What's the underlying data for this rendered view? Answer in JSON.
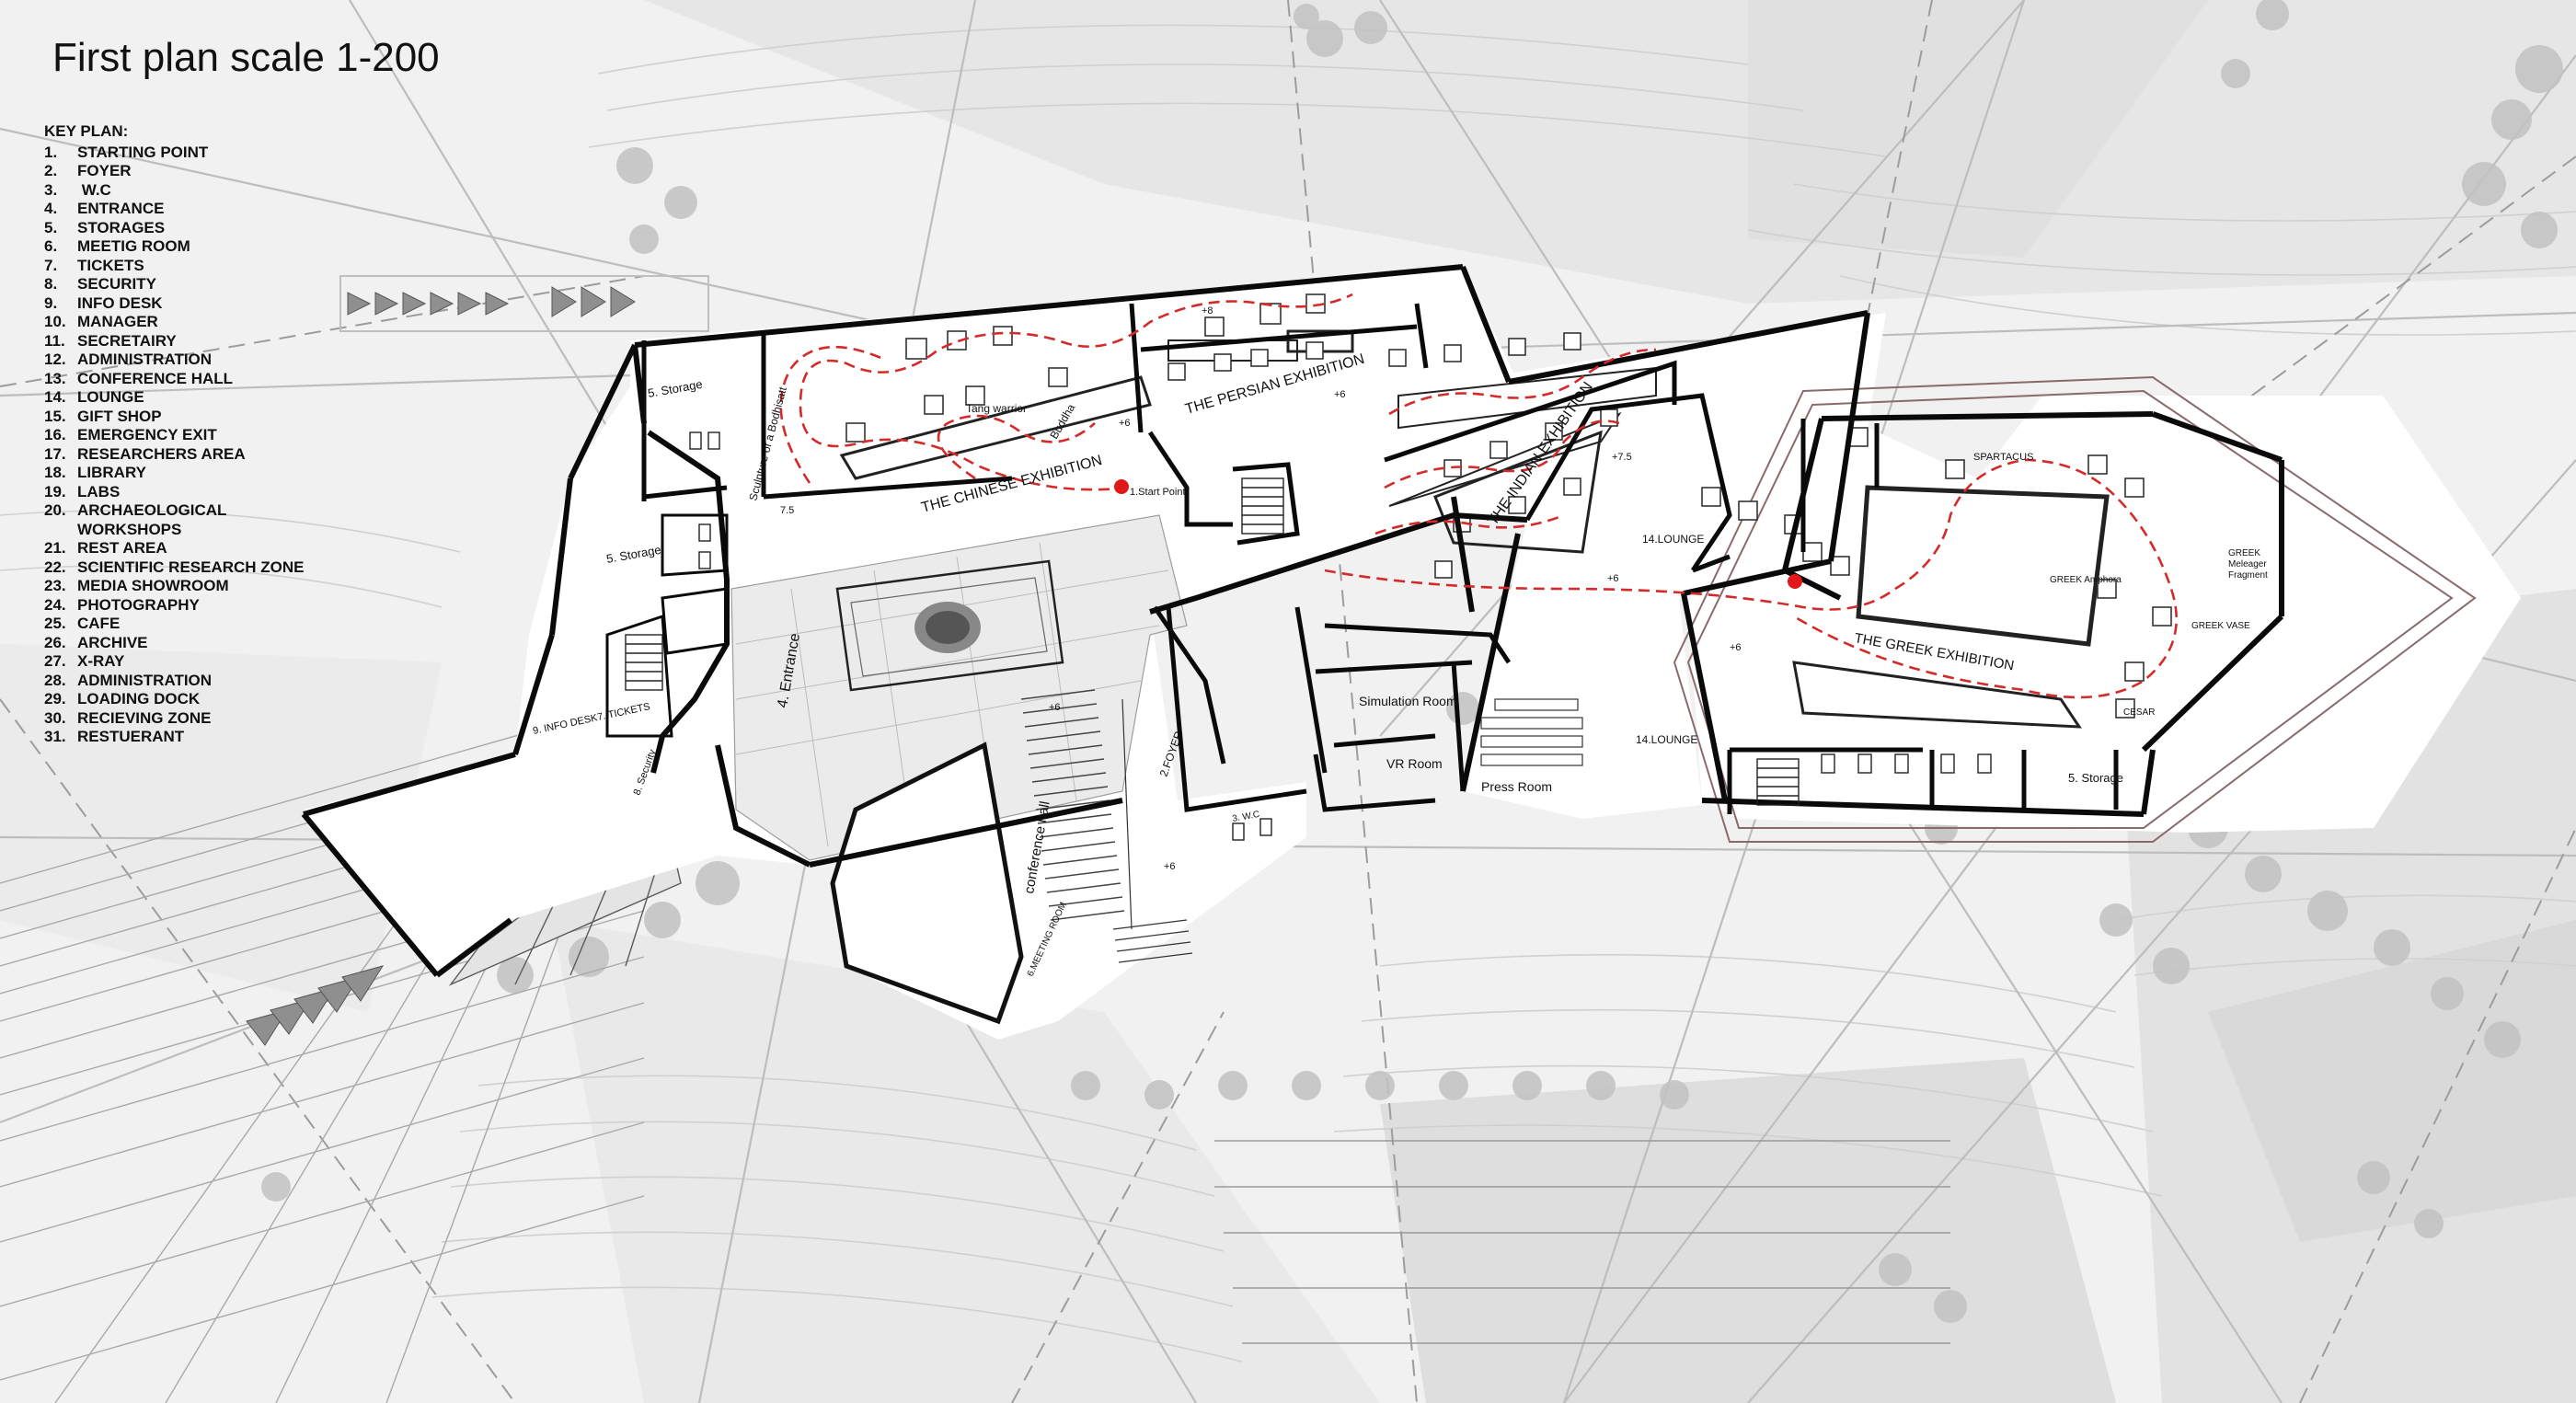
{
  "title": "First plan scale 1-200",
  "key_plan": {
    "heading": "KEY PLAN:",
    "items": [
      {
        "n": "1.",
        "t": "STARTING POINT"
      },
      {
        "n": "2.",
        "t": "FOYER"
      },
      {
        "n": "3.",
        "t": " W.C"
      },
      {
        "n": "4.",
        "t": "ENTRANCE"
      },
      {
        "n": "5.",
        "t": "STORAGES"
      },
      {
        "n": "6.",
        "t": "MEETIG ROOM"
      },
      {
        "n": "7.",
        "t": "TICKETS"
      },
      {
        "n": "8.",
        "t": "SECURITY"
      },
      {
        "n": "9.",
        "t": "INFO DESK"
      },
      {
        "n": "10.",
        "t": "MANAGER"
      },
      {
        "n": "11.",
        "t": "SECRETAIRY"
      },
      {
        "n": "12.",
        "t": "ADMINISTRATION"
      },
      {
        "n": "13.",
        "t": "CONFERENCE HALL"
      },
      {
        "n": "14.",
        "t": "LOUNGE"
      },
      {
        "n": "15.",
        "t": "GIFT SHOP"
      },
      {
        "n": "16.",
        "t": "EMERGENCY EXIT"
      },
      {
        "n": "17.",
        "t": "RESEARCHERS AREA"
      },
      {
        "n": "18.",
        "t": "LIBRARY"
      },
      {
        "n": "19.",
        "t": "LABS"
      },
      {
        "n": "20.",
        "t": "ARCHAEOLOGICAL"
      },
      {
        "n": "",
        "t": "WORKSHOPS"
      },
      {
        "n": "21.",
        "t": "REST AREA"
      },
      {
        "n": "22.",
        "t": "SCIENTIFIC RESEARCH ZONE"
      },
      {
        "n": "23.",
        "t": "MEDIA SHOWROOM"
      },
      {
        "n": "24.",
        "t": "PHOTOGRAPHY"
      },
      {
        "n": "25.",
        "t": "CAFE"
      },
      {
        "n": "26.",
        "t": "ARCHIVE"
      },
      {
        "n": "27.",
        "t": "X-RAY"
      },
      {
        "n": "28.",
        "t": "ADMINISTRATION"
      },
      {
        "n": "29.",
        "t": "LOADING DOCK"
      },
      {
        "n": "30.",
        "t": "RECIEVING ZONE"
      },
      {
        "n": "31.",
        "t": "RESTUERANT"
      }
    ]
  },
  "plan_labels": {
    "storage": "5. Storage",
    "entrance": "4. Entrance",
    "info_tickets": "9. INFO DESK7. TICKETS",
    "security": "8. Security",
    "start_point": "1.Start Point",
    "chinese_exhibition": "THE CHINESE EXHIBITION",
    "sculpture": "Sculpture of a Bodhisatt",
    "tang": "Tang warrior",
    "buddha": "Buddha",
    "persian_exhibition": "THE PERSIAN EXHIBITION",
    "indian_exhibition": "THE INDIAN EXHIBITION",
    "greek_exhibition": "THE GREEK EXHIBITION",
    "spartacus": "SPARTACUS",
    "greek_meleager_1": "GREEK",
    "greek_meleager_2": "Meleager",
    "greek_meleager_3": "Fragment",
    "greek_amphora": "GREEK Amphora",
    "greek_vase": "GREEK VASE",
    "cesar": "CESAR",
    "lounge": "14.LOUNGE",
    "simulation": "Simulation Room",
    "vr": "VR Room",
    "press": "Press Room",
    "foyer": "2.FOYER",
    "conference": "conference hall",
    "meeting": "6.MEETING ROOM",
    "wc": "3. W.C",
    "lvl_6": "+6",
    "lvl_75": "7.5",
    "lvl_p75": "+7.5",
    "lvl_8": "+8"
  },
  "colors": {
    "walls": "#0a0a0a",
    "route": "#d42a2a",
    "marker": "#e01818",
    "grid": "#b9b9b9",
    "background": "#f1f1f1"
  }
}
